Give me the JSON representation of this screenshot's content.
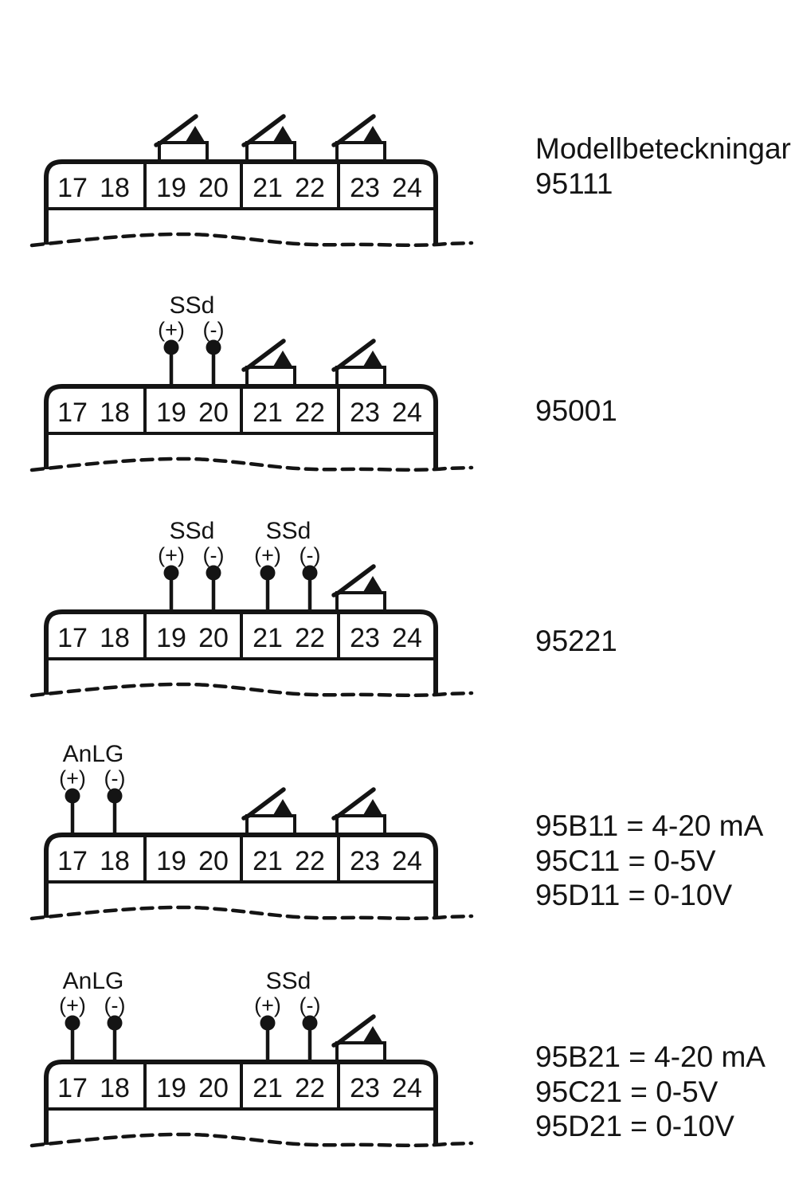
{
  "page": {
    "background": "#ffffff",
    "ink_color": "#141414"
  },
  "header": {
    "title": "Modellbeteckningar"
  },
  "terminals": [
    "17",
    "18",
    "19",
    "20",
    "21",
    "22",
    "23",
    "24"
  ],
  "signs": {
    "plus": "(+)",
    "minus": "(-)"
  },
  "diagrams": [
    {
      "model_lines": [
        "95111"
      ],
      "inputs": [],
      "relay_contacts_over": [
        "19-20",
        "21-22",
        "23-24"
      ]
    },
    {
      "model_lines": [
        "95001"
      ],
      "inputs": [
        {
          "label": "SSd",
          "terminals": "19-20"
        }
      ],
      "relay_contacts_over": [
        "21-22",
        "23-24"
      ]
    },
    {
      "model_lines": [
        "95221"
      ],
      "inputs": [
        {
          "label": "SSd",
          "terminals": "19-20"
        },
        {
          "label": "SSd",
          "terminals": "21-22"
        }
      ],
      "relay_contacts_over": [
        "23-24"
      ]
    },
    {
      "model_lines": [
        "95B11 = 4-20 mA",
        "95C11 = 0-5V",
        "95D11 = 0-10V"
      ],
      "inputs": [
        {
          "label": "AnLG",
          "terminals": "17-18"
        }
      ],
      "relay_contacts_over": [
        "21-22",
        "23-24"
      ]
    },
    {
      "model_lines": [
        "95B21 = 4-20 mA",
        "95C21 = 0-5V",
        "95D21 = 0-10V"
      ],
      "inputs": [
        {
          "label": "AnLG",
          "terminals": "17-18"
        },
        {
          "label": "SSd",
          "terminals": "21-22"
        }
      ],
      "relay_contacts_over": [
        "23-24"
      ]
    }
  ]
}
